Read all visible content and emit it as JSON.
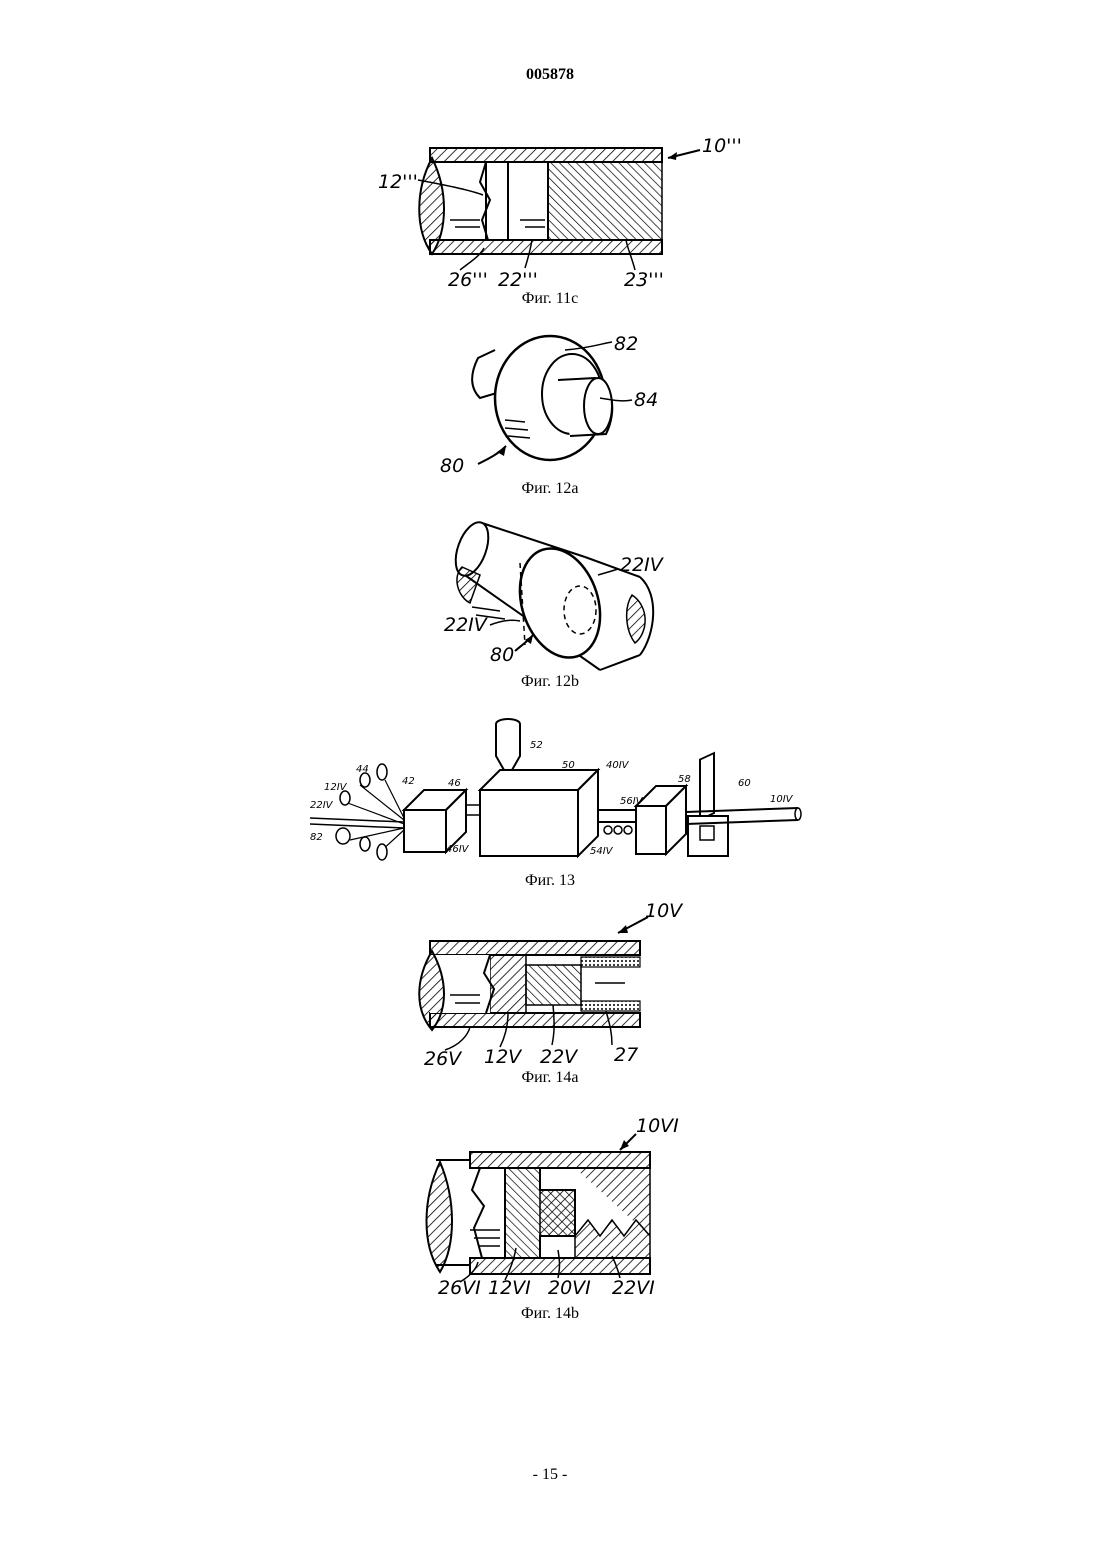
{
  "header": {
    "doc_number": "005878"
  },
  "figures": [
    {
      "caption": "Фиг. 11c",
      "labels": {
        "a": "10'''",
        "b": "12'''",
        "c": "26'''",
        "d": "22'''",
        "e": "23'''"
      }
    },
    {
      "caption": "Фиг. 12a",
      "labels": {
        "a": "82",
        "b": "84",
        "c": "80"
      }
    },
    {
      "caption": "Фиг. 12b",
      "labels": {
        "a": "22IV",
        "b": "22IV",
        "c": "80"
      }
    },
    {
      "caption": "Фиг. 13",
      "labels": {
        "a": "52",
        "b": "50",
        "c": "40IV",
        "d": "58",
        "e": "60",
        "f": "10IV",
        "g": "56IV",
        "h": "54IV",
        "i": "46",
        "j": "46IV",
        "k": "44",
        "l": "42",
        "m": "12IV",
        "n": "22IV",
        "o": "82"
      }
    },
    {
      "caption": "Фиг. 14a",
      "labels": {
        "a": "10V",
        "b": "26V",
        "c": "12V",
        "d": "22V",
        "e": "27"
      }
    },
    {
      "caption": "Фиг. 14b",
      "labels": {
        "a": "10VI",
        "b": "26VI",
        "c": "12VI",
        "d": "20VI",
        "e": "22VI"
      }
    }
  ],
  "footer": {
    "page_number": "- 15 -"
  }
}
